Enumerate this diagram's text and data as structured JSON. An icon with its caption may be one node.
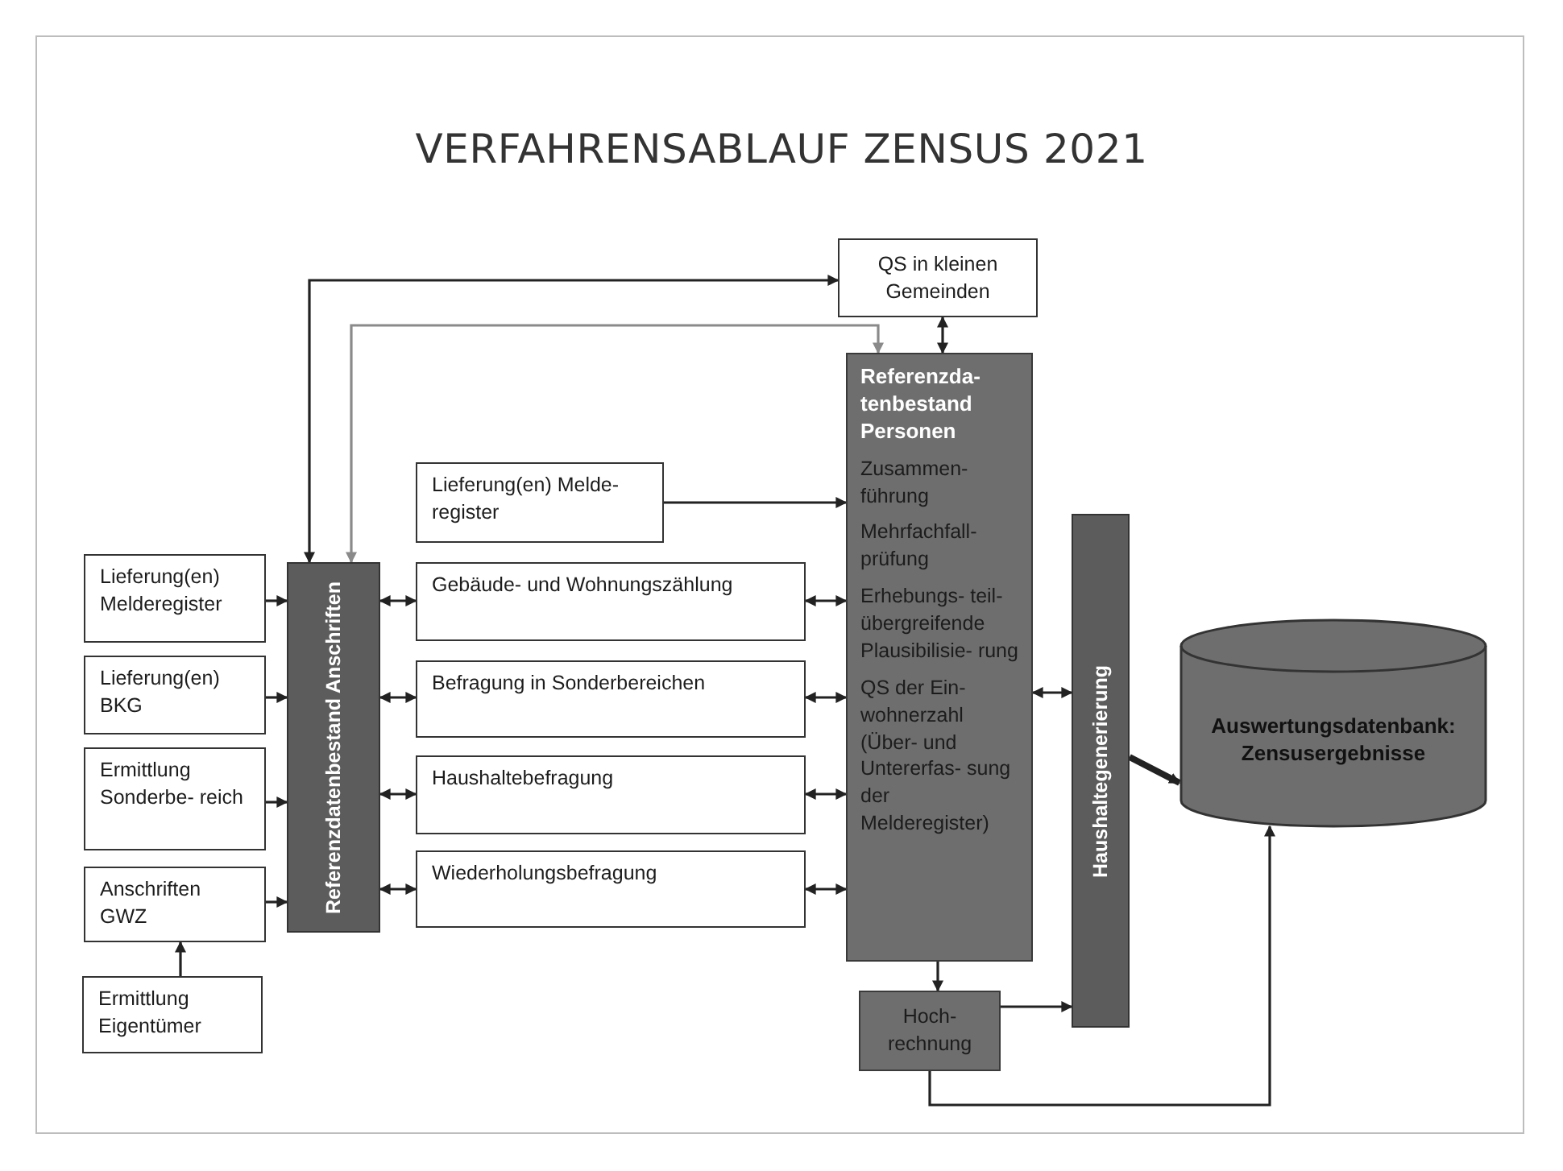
{
  "diagram": {
    "title": "VERFAHRENSABLAUF ZENSUS 2021",
    "nodes": [
      {
        "text": [
          "QS in kleinen Gemeinden"
        ]
      },
      {
        "text": [
          "Referenzda- tenbestand Personen",
          "Zusammen- führung",
          "Mehrfachfall- prüfung",
          "Erhebungs- teil- übergreifende Plausibilisie- rung",
          "QS der Ein- wohnerzahl (Über- und Untererfas- sung der Melderegister)"
        ]
      },
      {
        "text": [
          "Lieferung(en) Melde- register"
        ]
      },
      {
        "text": [
          "Referenzdatenbestand Anschriften"
        ]
      },
      {
        "text": [
          "Lieferung(en) Melderegister"
        ]
      },
      {
        "text": [
          "Gebäude- und Wohnungszählung"
        ]
      },
      {
        "text": [
          "Lieferung(en) BKG"
        ]
      },
      {
        "text": [
          "Befragung in Sonderbereichen"
        ]
      },
      {
        "text": [
          "Ermittlung Sonderbe- reich"
        ]
      },
      {
        "text": [
          "Haushaltebefragung"
        ]
      },
      {
        "text": [
          "Anschriften GWZ"
        ]
      },
      {
        "text": [
          "Wiederholungsbefragung"
        ]
      },
      {
        "text": [
          "Ermittlung Eigentümer"
        ]
      },
      {
        "text": [
          "Haushaltegenerierung"
        ]
      },
      {
        "text": [
          "Auswertungsdatenbank: Zensusergebnisse"
        ]
      },
      {
        "text": [
          "Hoch- rechnung"
        ]
      }
    ],
    "edges": [
      {
        "from": 3,
        "to": 0,
        "arrow": "both"
      },
      {
        "from": 3,
        "to": 1,
        "arrow": "both",
        "color": "#8a8a8a"
      },
      {
        "from": 0,
        "to": 1,
        "arrow": "both"
      },
      {
        "from": 2,
        "to": 1,
        "arrow": "to"
      },
      {
        "from": 4,
        "to": 3,
        "arrow": "to"
      },
      {
        "from": 6,
        "to": 3,
        "arrow": "to"
      },
      {
        "from": 8,
        "to": 3,
        "arrow": "to"
      },
      {
        "from": 10,
        "to": 3,
        "arrow": "to"
      },
      {
        "from": 3,
        "to": 5,
        "arrow": "both"
      },
      {
        "from": 3,
        "to": 7,
        "arrow": "both"
      },
      {
        "from": 3,
        "to": 9,
        "arrow": "both"
      },
      {
        "from": 3,
        "to": 11,
        "arrow": "both"
      },
      {
        "from": 5,
        "to": 1,
        "arrow": "both"
      },
      {
        "from": 7,
        "to": 1,
        "arrow": "both"
      },
      {
        "from": 9,
        "to": 1,
        "arrow": "both"
      },
      {
        "from": 11,
        "to": 1,
        "arrow": "both"
      },
      {
        "from": 1,
        "to": 13,
        "arrow": "both"
      },
      {
        "from": 13,
        "to": 14,
        "arrow": "to",
        "style": "thick"
      },
      {
        "from": 12,
        "to": 10,
        "arrow": "to"
      },
      {
        "from": 1,
        "to": 15,
        "arrow": "to"
      },
      {
        "from": 15,
        "to": 13,
        "arrow": "to"
      },
      {
        "from": 15,
        "to": 14,
        "arrow": "to"
      }
    ]
  }
}
